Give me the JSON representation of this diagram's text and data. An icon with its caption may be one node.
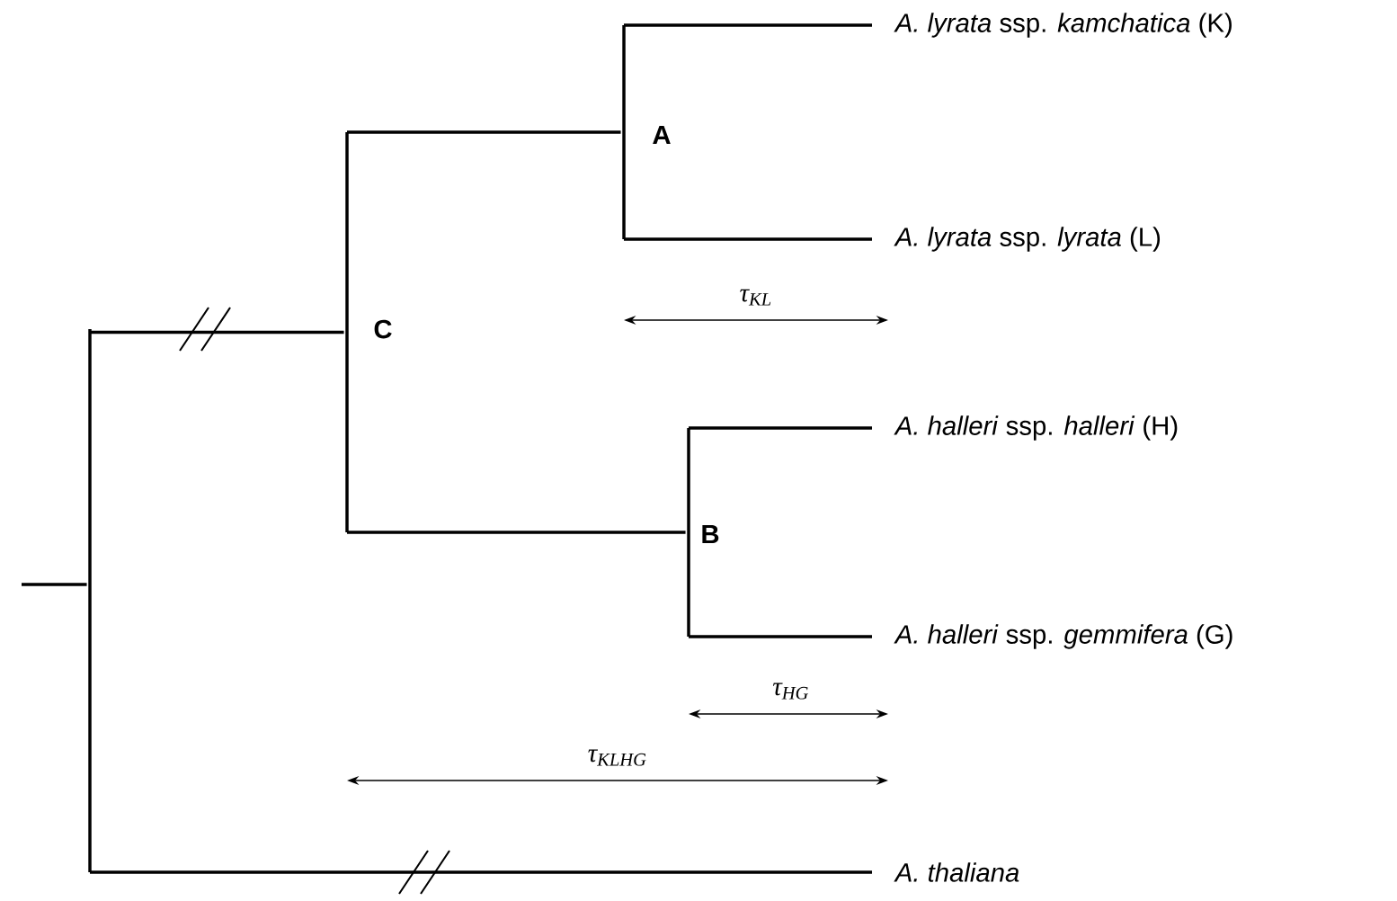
{
  "diagram": {
    "nodes": [
      {
        "text": [],
        "shape": "bar"
      },
      {
        "text": [],
        "shape": "bar",
        "beside": [
          "C"
        ]
      },
      {
        "text": [],
        "shape": "bar",
        "beside": [
          "A"
        ]
      },
      {
        "text": [
          "*A. lyrata* ssp. *kamchatica* (K)"
        ]
      },
      {
        "text": [
          "*A. lyrata* ssp. *lyrata* (L)"
        ]
      },
      {
        "text": [],
        "shape": "bar",
        "beside": [
          "B"
        ]
      },
      {
        "text": [
          "*A. halleri* ssp. *halleri* (H)"
        ]
      },
      {
        "text": [
          "*A. halleri* ssp. *gemmifera* (G)"
        ]
      },
      {
        "text": [
          "*A. thaliana*"
        ]
      }
    ],
    "edges": [
      {
        "from": null,
        "to": 0,
        "arrow": "none"
      },
      {
        "from": 0,
        "to": 1,
        "arrow": "none"
      },
      {
        "from": 1,
        "to": 2,
        "arrow": "none"
      },
      {
        "from": 2,
        "to": 3,
        "arrow": "none"
      },
      {
        "from": 2,
        "to": 4,
        "arrow": "none"
      },
      {
        "from": 1,
        "to": 5,
        "arrow": "none"
      },
      {
        "from": 5,
        "to": 6,
        "arrow": "none"
      },
      {
        "from": 5,
        "to": 7,
        "arrow": "none"
      },
      {
        "from": 0,
        "to": 8,
        "arrow": "none"
      }
    ],
    "labels": [
      "τ$_{KL}$",
      "τ$_{HG}$",
      "τ$_{KLHG}$"
    ]
  }
}
